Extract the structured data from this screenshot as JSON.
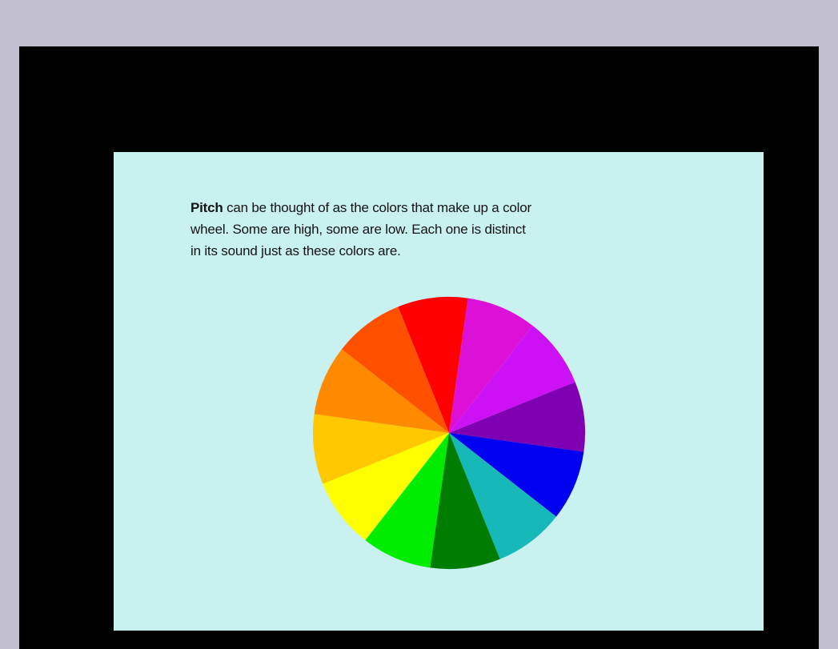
{
  "slide": {
    "text_bold": "Pitch",
    "text_line1_rest": " can be thought of as the colors that make up a color",
    "text_line2": "wheel. Some are high, some are low. Each one is distinct",
    "text_line3": "in its sound just as these colors are."
  },
  "color_wheel": {
    "segments": [
      {
        "color": "#ff0000"
      },
      {
        "color": "#dd10d8"
      },
      {
        "color": "#cc11f4"
      },
      {
        "color": "#7e00b2"
      },
      {
        "color": "#0000f0"
      },
      {
        "color": "#17b8b8"
      },
      {
        "color": "#007d00"
      },
      {
        "color": "#00ec00"
      },
      {
        "color": "#ffff00"
      },
      {
        "color": "#ffc800"
      },
      {
        "color": "#ff8a00"
      },
      {
        "color": "#ff5000"
      }
    ]
  }
}
